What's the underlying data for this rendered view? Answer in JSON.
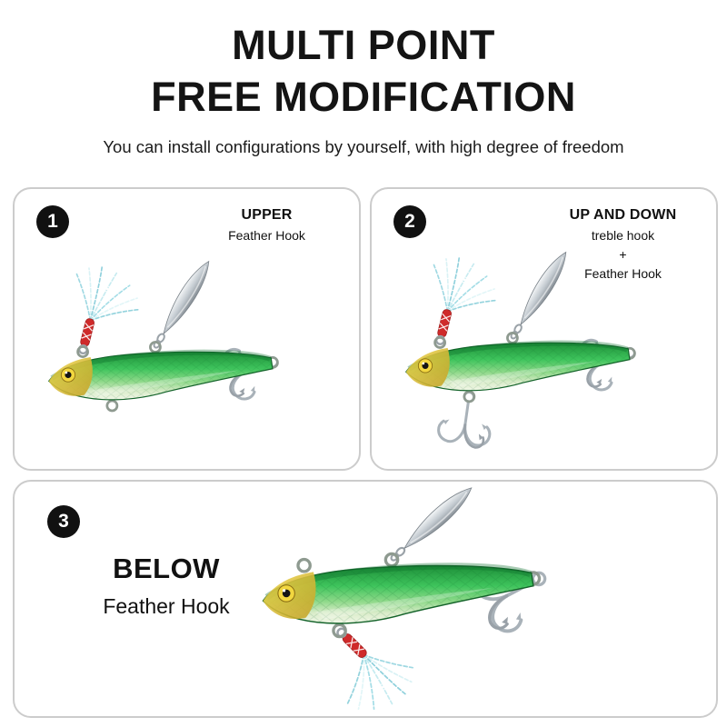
{
  "header": {
    "title_line1": "MULTI POINT",
    "title_line2": "FREE MODIFICATION",
    "subtitle": "You can install configurations by yourself, with high degree of freedom"
  },
  "panels": [
    {
      "number": "1",
      "title": "UPPER",
      "lines": [
        "Feather Hook"
      ]
    },
    {
      "number": "2",
      "title": "UP AND DOWN",
      "lines": [
        "treble hook",
        "+",
        "Feather Hook"
      ]
    },
    {
      "number": "3",
      "title": "BELOW",
      "lines": [
        "Feather Hook"
      ]
    }
  ],
  "colors": {
    "text": "#161616",
    "badge_bg": "#111111",
    "panel_border": "#cccccc",
    "lure_green": "#2fae4e",
    "lure_gold": "#e3c93f",
    "blade_silver": "#c3cad0",
    "thread_red": "#cf2a2a",
    "feather_teal": "#a8dde6"
  }
}
